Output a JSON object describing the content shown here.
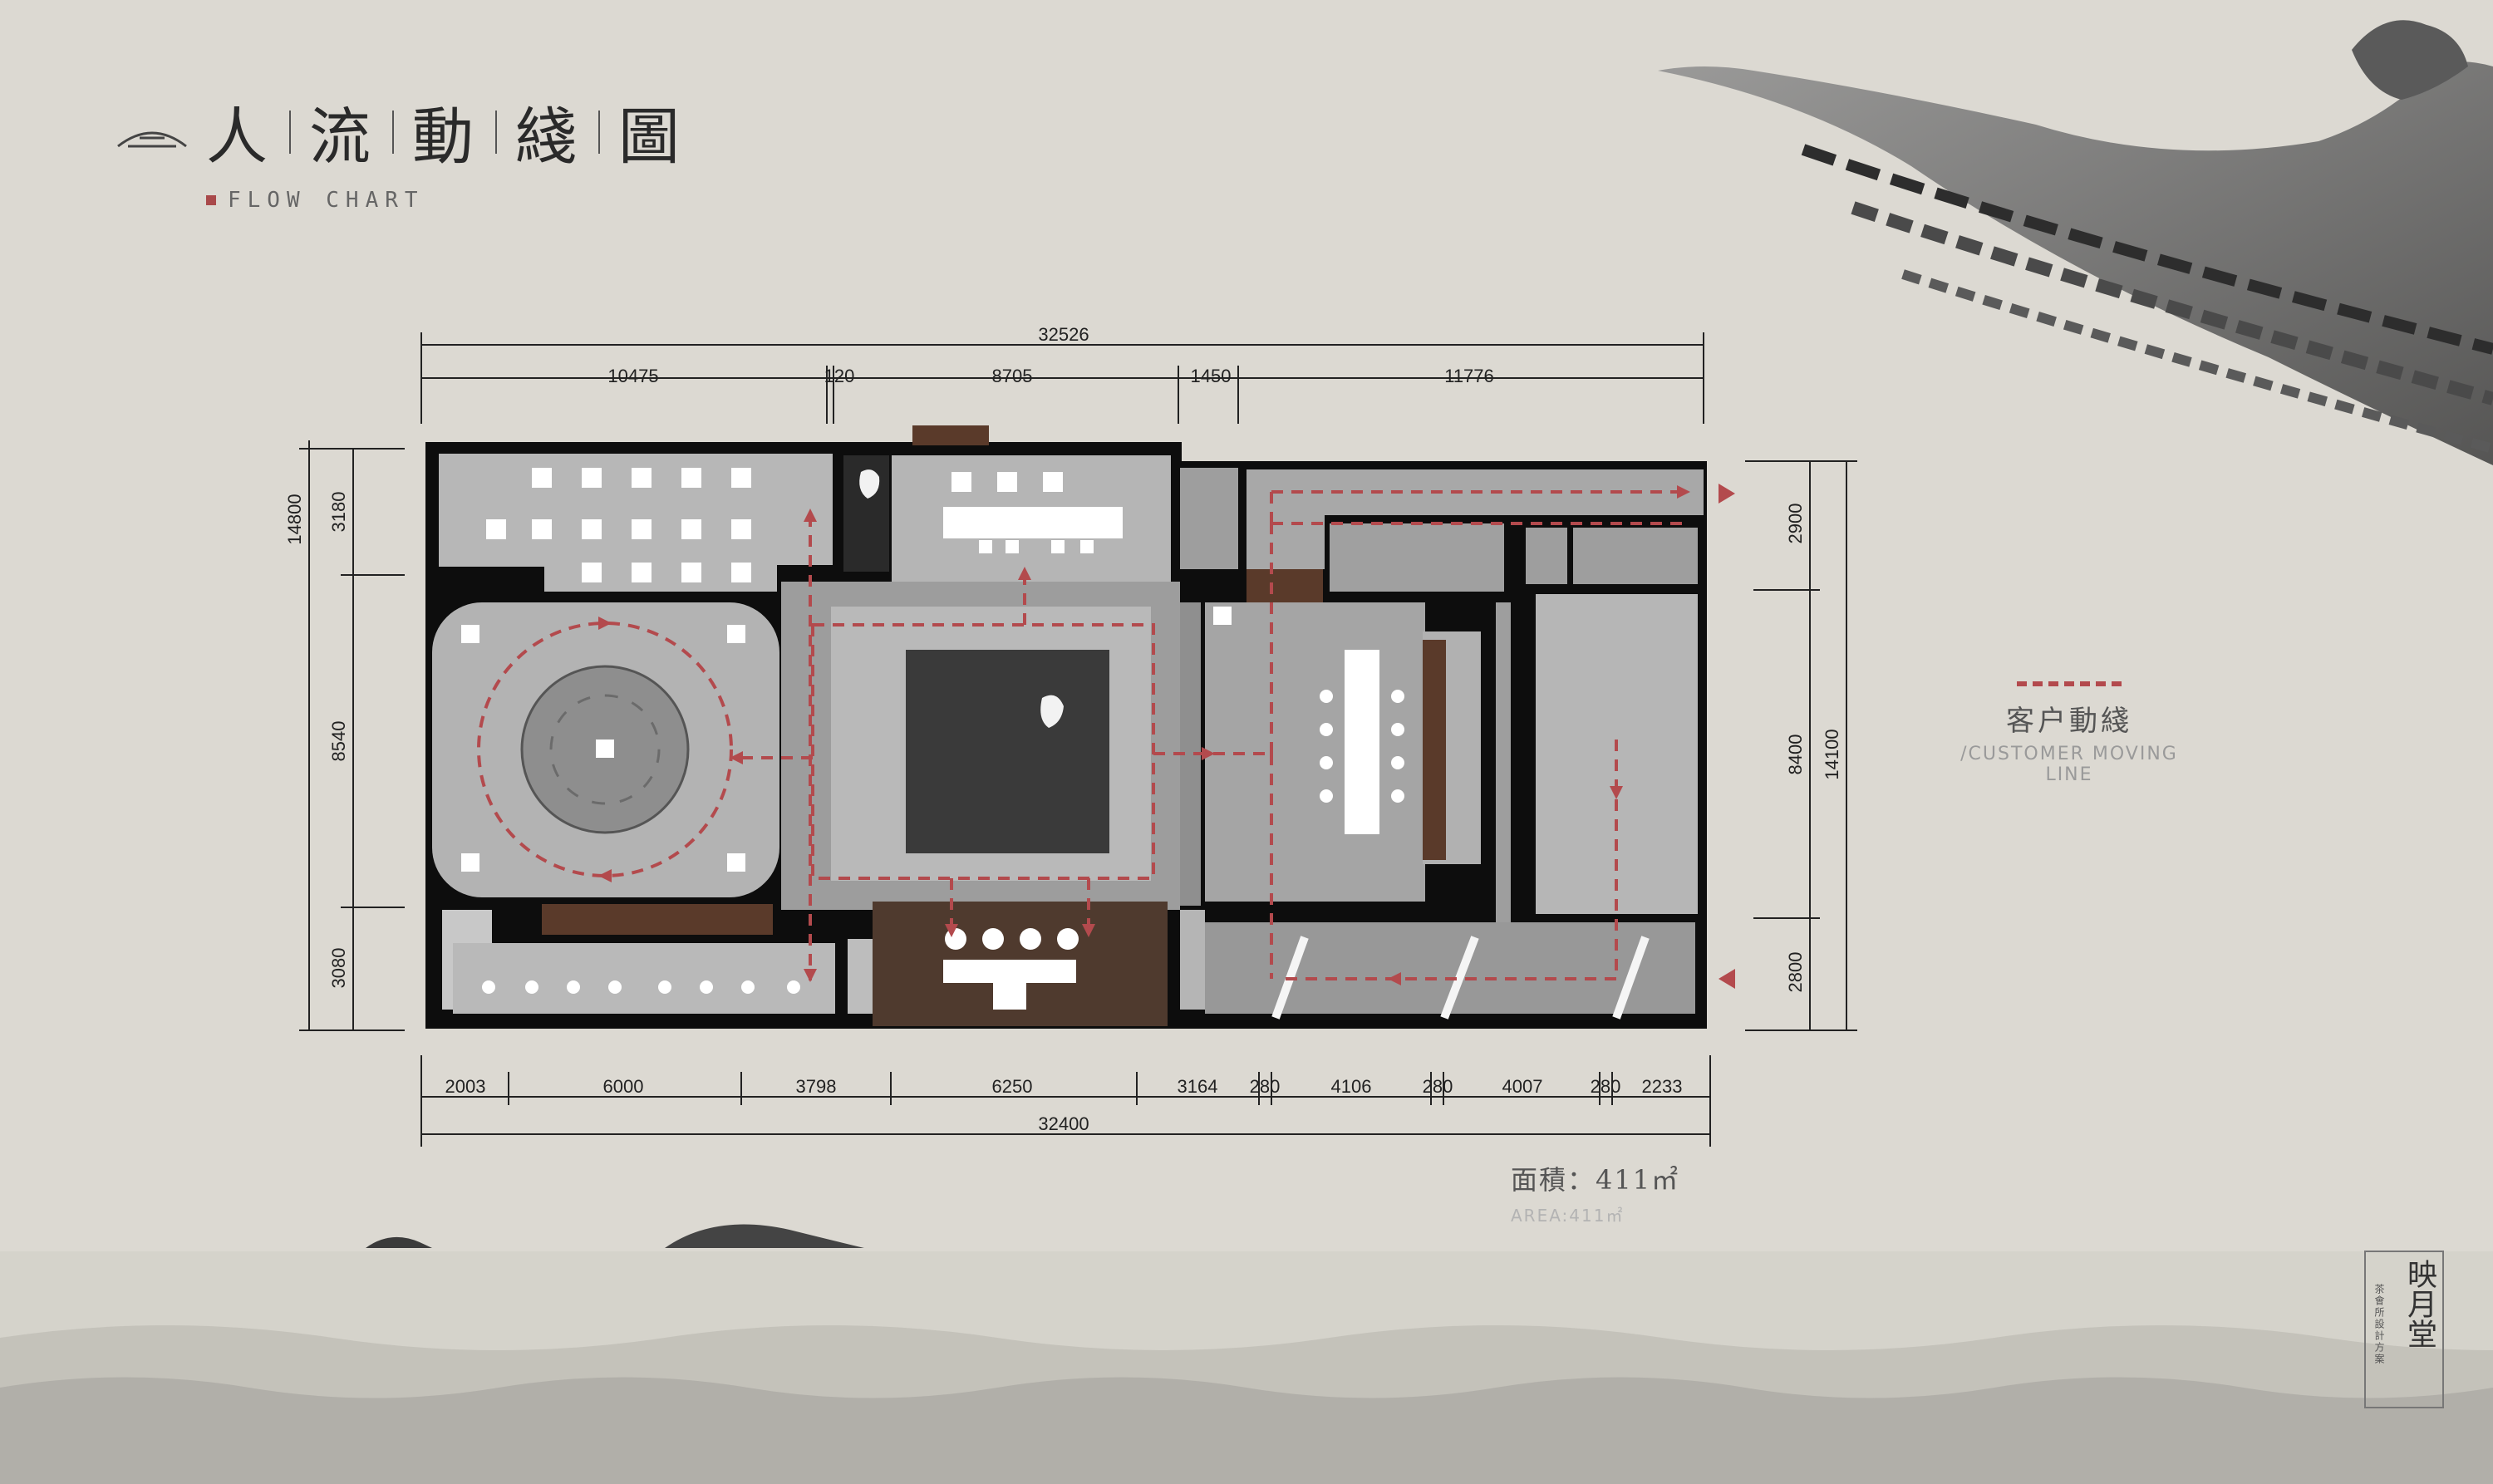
{
  "title": {
    "cn_chars": [
      "人",
      "流",
      "動",
      "綫",
      "圖"
    ],
    "en": "FLOW CHART"
  },
  "legend": {
    "cn": "客户動綫",
    "en": "/CUSTOMER MOVING LINE",
    "color": "#b34a4d"
  },
  "area": {
    "cn": "面積：411㎡",
    "en": "AREA:411㎡"
  },
  "seal": {
    "chars": "映月堂",
    "small": "茶會所設計方案"
  },
  "dimensions": {
    "top_total": "32526",
    "top_segments": [
      "10475",
      "120",
      "8705",
      "1450",
      "11776"
    ],
    "bottom_total": "32400",
    "bottom_segments": [
      "2003",
      "6000",
      "3798",
      "6250",
      "3164",
      "280",
      "4106",
      "280",
      "4007",
      "280",
      "2233"
    ],
    "left_total": "14800",
    "left_segments": [
      "3180",
      "8540",
      "3080"
    ],
    "right_total": "14100",
    "right_segments": [
      "2900",
      "8400",
      "2800"
    ]
  },
  "colors": {
    "paper": "#dcd9d2",
    "wall": "#0d0d0d",
    "floor": "#b9b9b9",
    "wood": "#5a3a2a",
    "flow": "#b34a4d"
  }
}
